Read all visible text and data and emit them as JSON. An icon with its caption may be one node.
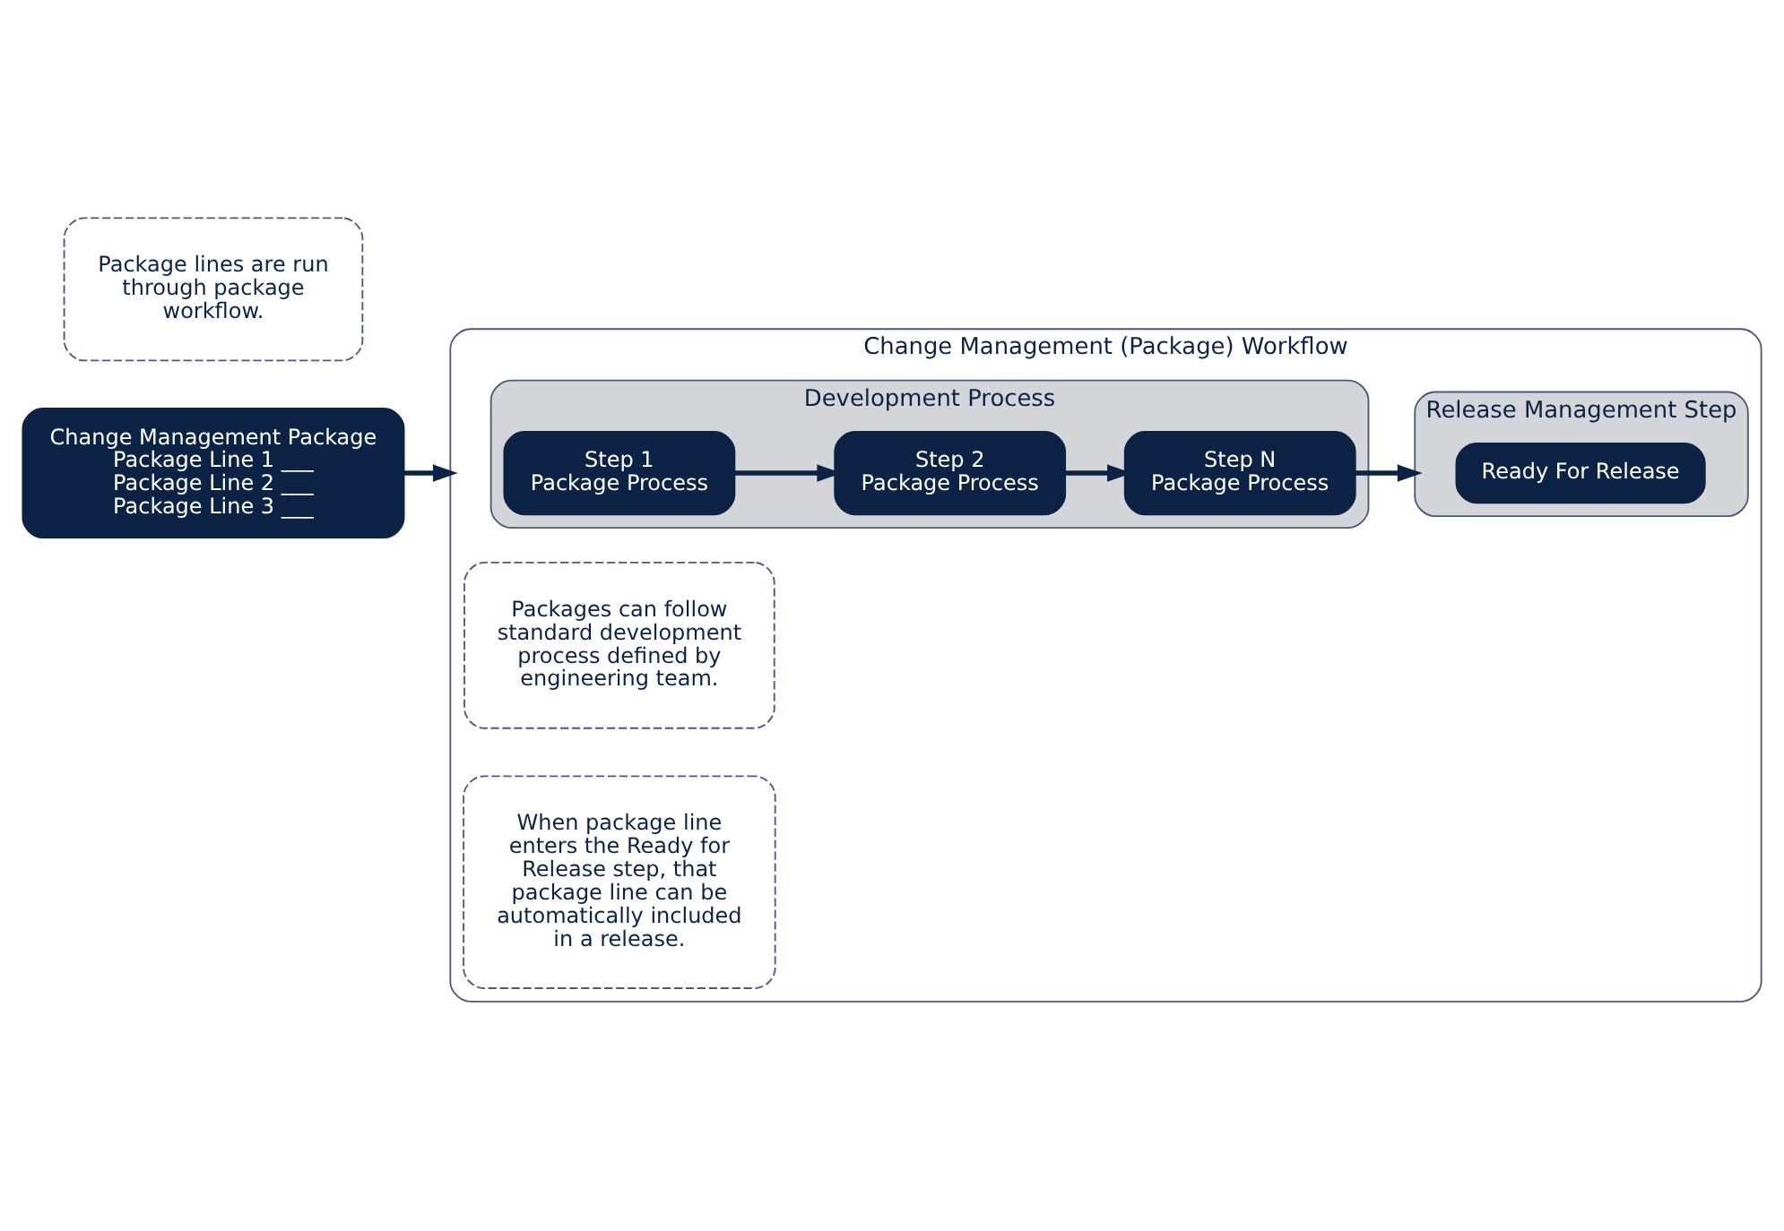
{
  "diagram": {
    "nodes": [
      {
        "text": [
          "Change Management Package",
          "Package Line 1 ___",
          "Package Line 2 ___",
          "Package Line 3 ___"
        ]
      },
      {
        "text": [
          "Package lines are run through package workflow."
        ]
      },
      {
        "text": [
          "Change Management (Package) Workflow"
        ]
      },
      {
        "text": [
          "Development Process"
        ],
        "in": 2
      },
      {
        "text": [
          "Step 1",
          "Package Process"
        ],
        "in": 3
      },
      {
        "text": [
          "Step 2",
          "Package Process"
        ],
        "in": 3
      },
      {
        "text": [
          "Step N",
          "Package Process"
        ],
        "in": 3
      },
      {
        "text": [
          "Packages can follow standard development process defined by engineering team."
        ],
        "in": 2
      },
      {
        "text": [
          "Release Management Step"
        ],
        "in": 2
      },
      {
        "text": [
          "Ready For Release"
        ],
        "in": 8
      },
      {
        "text": [
          "When package line enters the Ready for Release step, that package line can be automatically included in a release."
        ],
        "in": 2
      }
    ],
    "edges": [
      {
        "from": 0,
        "to": 2,
        "arrow": "to"
      },
      {
        "from": 4,
        "to": 5,
        "arrow": "to"
      },
      {
        "from": 5,
        "to": 6,
        "arrow": "to"
      },
      {
        "from": 6,
        "to": 8,
        "arrow": "to"
      }
    ]
  }
}
